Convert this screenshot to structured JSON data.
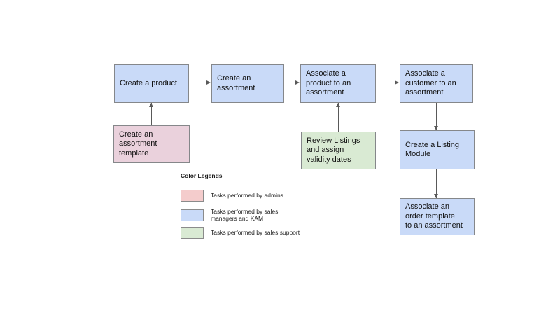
{
  "flowchart": {
    "nodes": [
      {
        "id": "create-product",
        "label": "Create a product",
        "role": "sales-managers-kam",
        "color": "#c9daf8"
      },
      {
        "id": "create-assortment",
        "label": "Create an\nassortment",
        "role": "sales-managers-kam",
        "color": "#c9daf8"
      },
      {
        "id": "associate-product",
        "label": "Associate a\nproduct to an\nassortment",
        "role": "sales-managers-kam",
        "color": "#c9daf8"
      },
      {
        "id": "associate-customer",
        "label": "Associate a\ncustomer to an\nassortment",
        "role": "sales-managers-kam",
        "color": "#c9daf8"
      },
      {
        "id": "create-assortment-template",
        "label": "Create an\nassortment\ntemplate",
        "role": "admins",
        "color": "#ead1dc"
      },
      {
        "id": "review-listings",
        "label": "Review Listings\nand assign\nvalidity dates",
        "role": "sales-support",
        "color": "#d9ead3"
      },
      {
        "id": "create-listing-module",
        "label": "Create a Listing\nModule",
        "role": "sales-managers-kam",
        "color": "#c9daf8"
      },
      {
        "id": "associate-order-template",
        "label": "Associate an\norder template\nto an assortment",
        "role": "sales-managers-kam",
        "color": "#c9daf8"
      }
    ],
    "connections": [
      {
        "from": "create-product",
        "to": "create-assortment",
        "direction": "right"
      },
      {
        "from": "create-assortment",
        "to": "associate-product",
        "direction": "right"
      },
      {
        "from": "associate-product",
        "to": "associate-customer",
        "direction": "right"
      },
      {
        "from": "create-assortment-template",
        "to": "create-product",
        "direction": "up"
      },
      {
        "from": "review-listings",
        "to": "associate-product",
        "direction": "up"
      },
      {
        "from": "associate-customer",
        "to": "create-listing-module",
        "direction": "down"
      },
      {
        "from": "create-listing-module",
        "to": "associate-order-template",
        "direction": "down"
      }
    ]
  },
  "legend": {
    "title": "Color Legends",
    "items": [
      {
        "label": "Tasks performed by admins",
        "color": "#f4cccc"
      },
      {
        "label": "Tasks performed by sales\nmanagers and KAM",
        "color": "#c9daf8"
      },
      {
        "label": "Tasks performed by sales support",
        "color": "#d9ead3"
      }
    ]
  },
  "colors": {
    "node_blue": "#c9daf8",
    "node_pink": "#ead1dc",
    "node_green": "#d9ead3",
    "node_border": "#85878a",
    "arrow": "#595959",
    "background": "#ffffff"
  }
}
